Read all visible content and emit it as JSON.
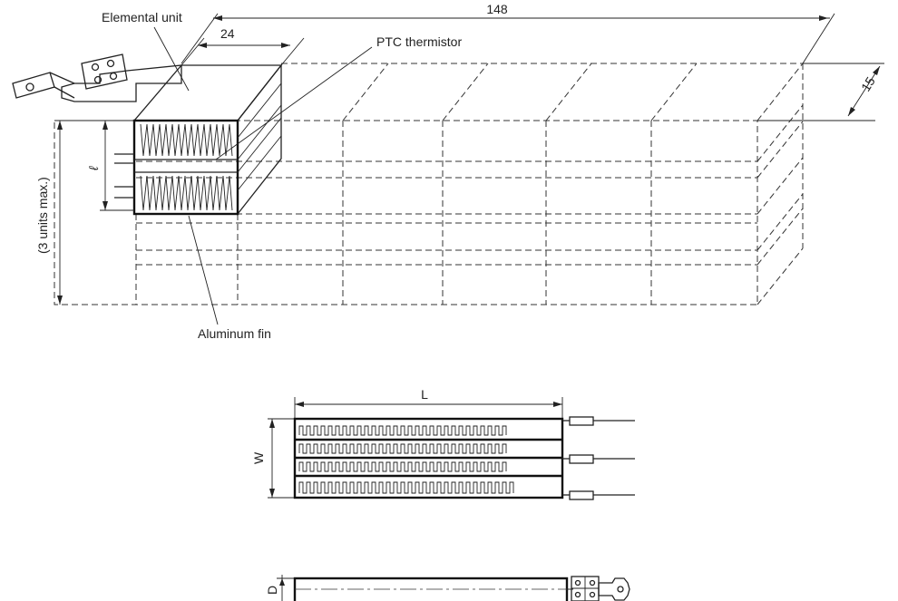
{
  "labels": {
    "elemental_unit": "Elemental unit",
    "ptc_thermistor": "PTC thermistor",
    "aluminum_fin": "Aluminum fin",
    "units_max": "(3 units max.)",
    "ell": "ℓ"
  },
  "dimensions": {
    "overall_length": "148",
    "unit_width": "24",
    "depth": "15",
    "L": "L",
    "W": "W",
    "D": "D"
  },
  "colors": {
    "line": "#222222",
    "background": "#ffffff"
  }
}
